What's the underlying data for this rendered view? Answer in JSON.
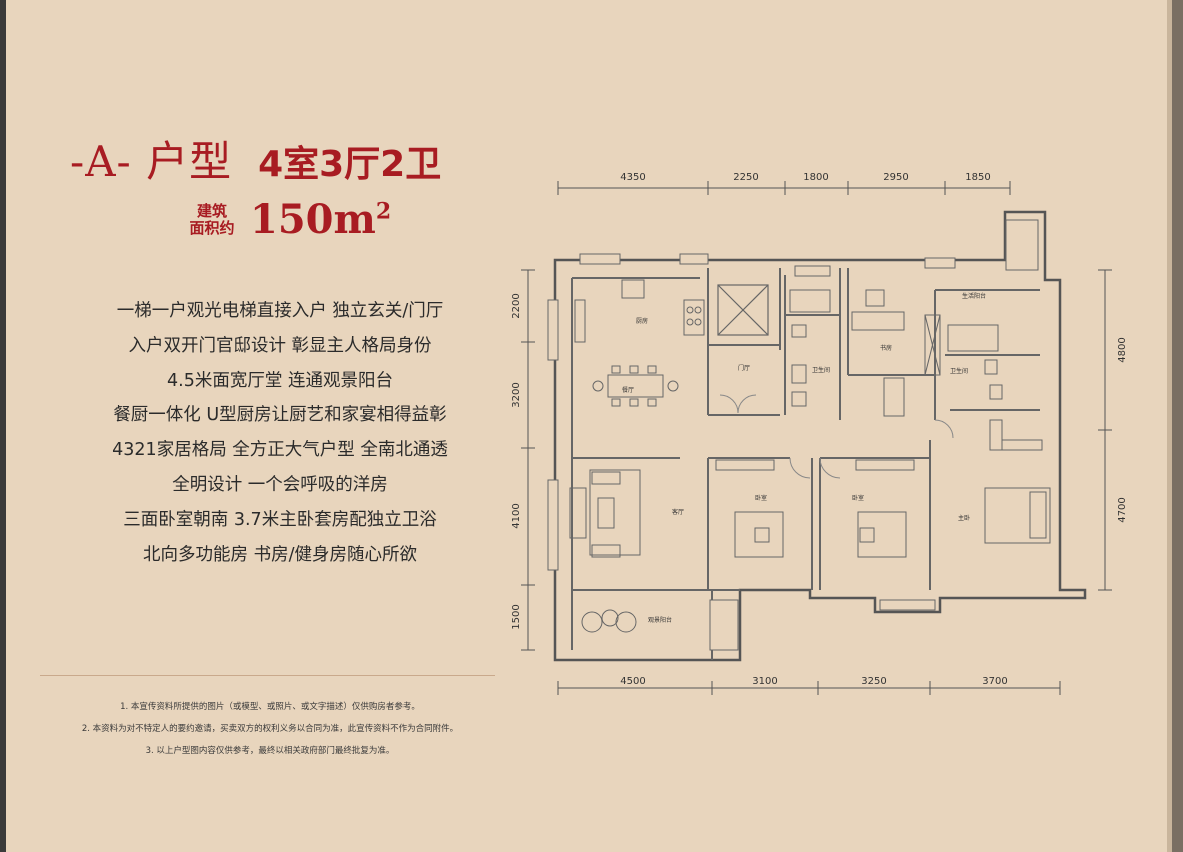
{
  "header": {
    "title": "-A- 户型",
    "rooms": "4室3厅2卫",
    "area_label_line1": "建筑",
    "area_label_line2": "面积约",
    "area_value": "150m",
    "area_unit_sup": "2"
  },
  "features": [
    "一梯一户观光电梯直接入户   独立玄关/门厅",
    "入户双开门官邸设计   彰显主人格局身份",
    "4.5米面宽厅堂   连通观景阳台",
    "餐厨一体化   U型厨房让厨艺和家宴相得益彰",
    "4321家居格局   全方正大气户型   全南北通透",
    "全明设计   一个会呼吸的洋房",
    "三面卧室朝南   3.7米主卧套房配独立卫浴",
    "北向多功能房   书房/健身房随心所欲"
  ],
  "notes": [
    "1. 本宣传资料所提供的图片（或模型、或照片、或文字描述）仅供购房者参考。",
    "2. 本资料为对不特定人的要约邀请，买卖双方的权利义务以合同为准，此宣传资料不作为合同附件。",
    "3. 以上户型图内容仅供参考，最终以相关政府部门最终批复为准。"
  ],
  "plan": {
    "dims_top": [
      "4350",
      "2250",
      "1800",
      "2950",
      "1850"
    ],
    "dims_bottom": [
      "4500",
      "3100",
      "3250",
      "3700"
    ],
    "dims_left": [
      "2200",
      "3200",
      "4100",
      "1500"
    ],
    "dims_right": [
      "4800",
      "4700"
    ],
    "rooms": {
      "kitchen": "厨房",
      "dining": "餐厅",
      "foyer": "门厅",
      "bath1": "卫生间",
      "study": "书房",
      "living_balcony": "生活阳台",
      "bath2": "卫生间",
      "living": "客厅",
      "bedroom1": "卧室",
      "bedroom2": "卧室",
      "master": "主卧",
      "view_balcony": "观景阳台"
    }
  },
  "colors": {
    "background": "#e8d5bd",
    "accent": "#a81c22",
    "wall": "#555555",
    "text": "#2b2b2b"
  }
}
